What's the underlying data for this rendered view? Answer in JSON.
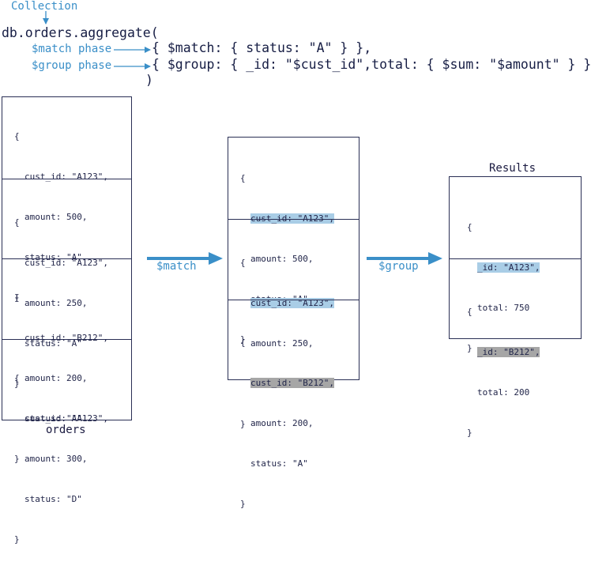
{
  "header": {
    "collection_label": "Collection",
    "code_line1": "db.orders.aggregate(",
    "code_line2": "{ $match: { status: \"A\" } },",
    "code_line3": "{ $group: { _id: \"$cust_id\",total: { $sum: \"$amount\" } } }",
    "code_line4": ")",
    "match_phase_label": "$match phase",
    "group_phase_label": "$group phase"
  },
  "orders": {
    "caption": "orders",
    "docs": [
      {
        "open": "{",
        "cust_id": "cust_id: \"A123\",",
        "amount": "amount: 500,",
        "status": "status: \"A\"",
        "close": "}"
      },
      {
        "open": "{",
        "cust_id": "cust_id: \"A123\",",
        "amount": "amount: 250,",
        "status": "status: \"A\"",
        "close": "}"
      },
      {
        "open": "{",
        "cust_id": "cust_id: \"B212\",",
        "amount": "amount: 200,",
        "status": "status: \"A\"",
        "close": "}"
      },
      {
        "open": "{",
        "cust_id": "cust_id: \"A123\",",
        "amount": "amount: 300,",
        "status": "status: \"D\"",
        "close": "}"
      }
    ]
  },
  "matched": {
    "arrow_label": "$match",
    "docs": [
      {
        "open": "{",
        "cust_id": "cust_id: \"A123\",",
        "amount": "amount: 500,",
        "status": "status: \"A\"",
        "close": "}"
      },
      {
        "open": "{",
        "cust_id": "cust_id: \"A123\",",
        "amount": "amount: 250,",
        "status": "status: \"A\"",
        "close": "}"
      },
      {
        "open": "{",
        "cust_id": "cust_id: \"B212\",",
        "amount": "amount: 200,",
        "status": "status: \"A\"",
        "close": "}"
      }
    ]
  },
  "results": {
    "arrow_label": "$group",
    "caption": "Results",
    "docs": [
      {
        "open": "{",
        "id": "_id: \"A123\",",
        "total": "total: 750",
        "close": "}"
      },
      {
        "open": "{",
        "id": "_id: \"B212\",",
        "total": "total: 200",
        "close": "}"
      }
    ]
  },
  "colors": {
    "accent": "#3a8fc8",
    "highlight_a123": "#a9cde6",
    "highlight_b212": "#a6a6a6",
    "border": "#2a2f55"
  }
}
